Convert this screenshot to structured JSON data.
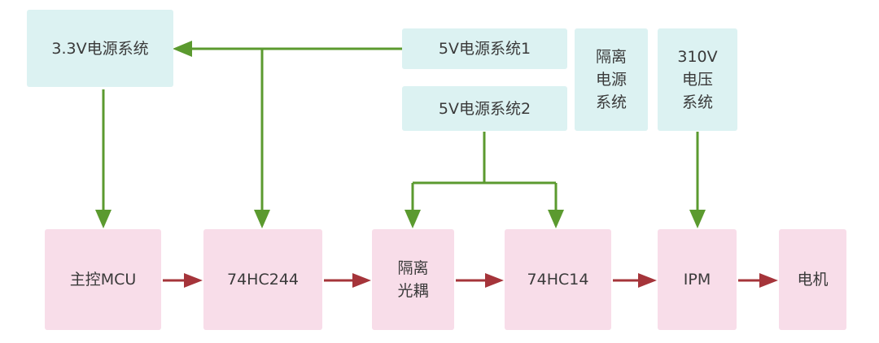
{
  "colors": {
    "power_box": "#dcf2f2",
    "logic_box": "#f8dde9",
    "power_line": "#5b9a2f",
    "signal_line": "#a5343a",
    "text": "#3a3a3a"
  },
  "power": {
    "p33": "3.3V电源系统",
    "p5v1": "5V电源系统1",
    "p5v2": "5V电源系统2",
    "iso": "隔离\n电源\n系统",
    "hv": "310V\n电压\n系统"
  },
  "chain": {
    "mcu": "主控MCU",
    "buf": "74HC244",
    "opto": "隔离\n光耦",
    "inv": "74HC14",
    "ipm": "IPM",
    "motor": "电机"
  }
}
